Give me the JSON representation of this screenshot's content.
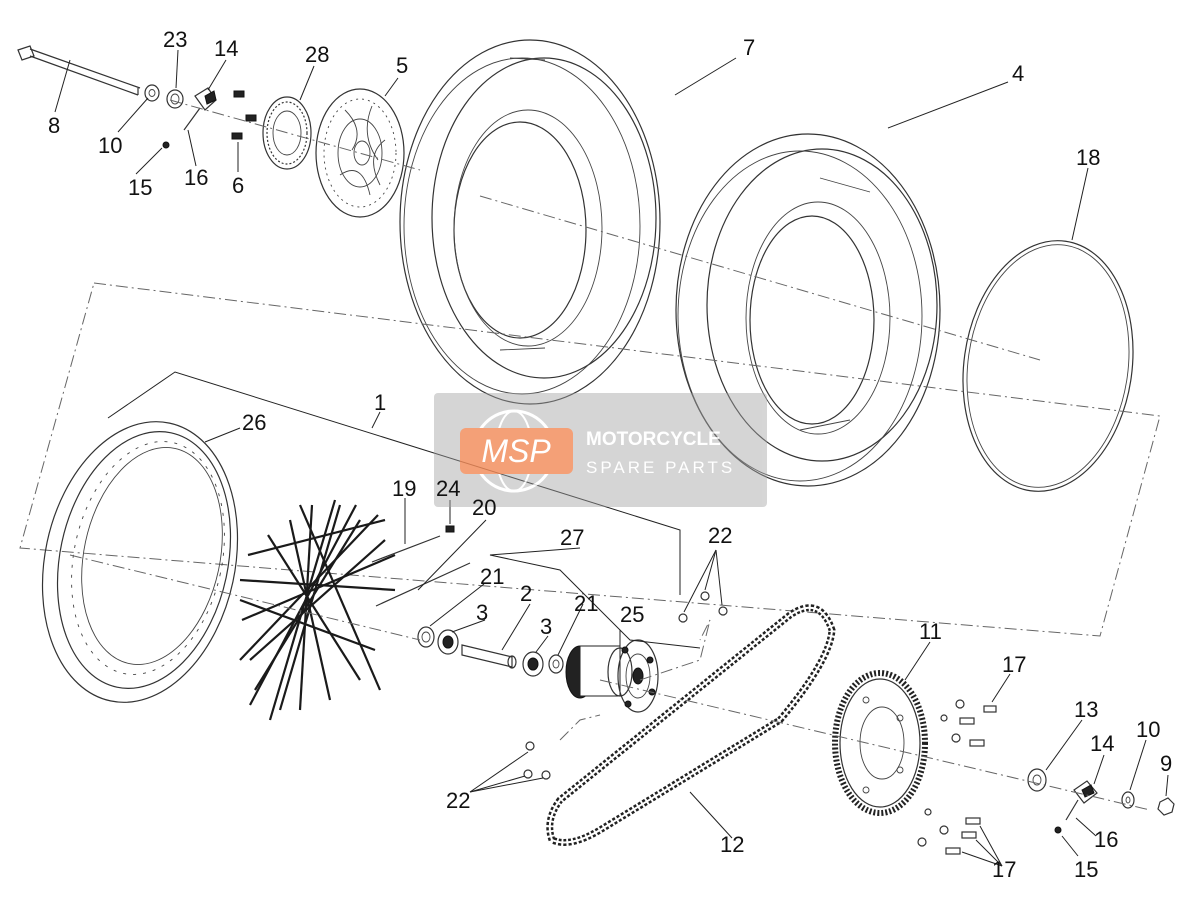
{
  "watermark": {
    "logo_text": "MSP",
    "line1": "MOTORCYCLE",
    "line2": "SPARE PARTS",
    "accent_color": "#f28c5a",
    "panel_color": "#9a9a9a"
  },
  "part_labels": [
    "1",
    "2",
    "3",
    "3",
    "4",
    "5",
    "6",
    "7",
    "8",
    "9",
    "10",
    "10",
    "11",
    "12",
    "13",
    "14",
    "14",
    "15",
    "15",
    "16",
    "16",
    "17",
    "17",
    "18",
    "19",
    "20",
    "21",
    "21",
    "22",
    "22",
    "23",
    "24",
    "25",
    "26",
    "27",
    "28"
  ]
}
